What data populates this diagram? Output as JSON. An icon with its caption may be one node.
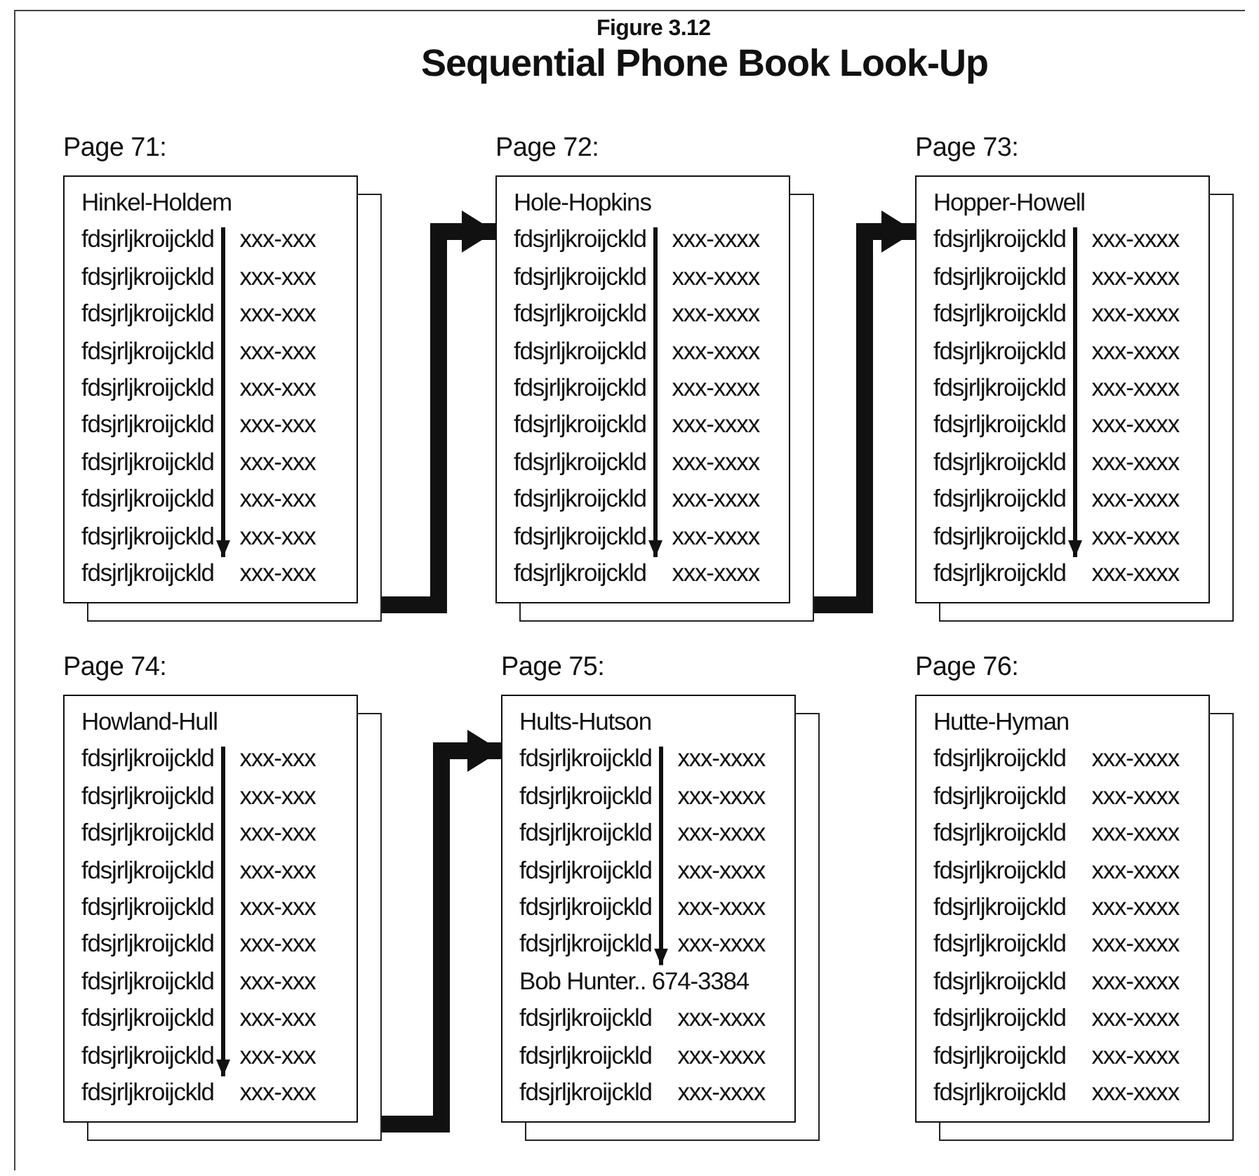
{
  "diagram": {
    "title": "Sequential Phone Book Look-Up",
    "labels": [
      "Figure 3.12"
    ],
    "nodes": [
      {
        "text": [
          "Page 71:",
          "Hinkel-Holdem",
          "fdsjrljkroijckld xxx-xxx",
          "fdsjrljkroijckld xxx-xxx",
          "fdsjrljkroijckld xxx-xxx",
          "fdsjrljkroijckld xxx-xxx",
          "fdsjrljkroijckld xxx-xxx",
          "fdsjrljkroijckld xxx-xxx",
          "fdsjrljkroijckld xxx-xxx",
          "fdsjrljkroijckld xxx-xxx",
          "fdsjrljkroijckld xxx-xxx",
          "fdsjrljkroijckld xxx-xxx"
        ]
      },
      {
        "text": [
          "Page 72:",
          "Hole-Hopkins",
          "fdsjrljkroijckld xxx-xxxx",
          "fdsjrljkroijckld xxx-xxxx",
          "fdsjrljkroijckld xxx-xxxx",
          "fdsjrljkroijckld xxx-xxxx",
          "fdsjrljkroijckld xxx-xxxx",
          "fdsjrljkroijckld xxx-xxxx",
          "fdsjrljkroijckld xxx-xxxx",
          "fdsjrljkroijckld xxx-xxxx",
          "fdsjrljkroijckld xxx-xxxx",
          "fdsjrljkroijckld xxx-xxxx"
        ]
      },
      {
        "text": [
          "Page 73:",
          "Hopper-Howell",
          "fdsjrljkroijckld xxx-xxxx",
          "fdsjrljkroijckld xxx-xxxx",
          "fdsjrljkroijckld xxx-xxxx",
          "fdsjrljkroijckld xxx-xxxx",
          "fdsjrljkroijckld xxx-xxxx",
          "fdsjrljkroijckld xxx-xxxx",
          "fdsjrljkroijckld xxx-xxxx",
          "fdsjrljkroijckld xxx-xxxx",
          "fdsjrljkroijckld xxx-xxxx",
          "fdsjrljkroijckld xxx-xxxx"
        ]
      },
      {
        "text": [
          "Page 74:",
          "Howland-Hull",
          "fdsjrljkroijckld xxx-xxx",
          "fdsjrljkroijckld xxx-xxx",
          "fdsjrljkroijckld xxx-xxx",
          "fdsjrljkroijckld xxx-xxx",
          "fdsjrljkroijckld xxx-xxx",
          "fdsjrljkroijckld xxx-xxx",
          "fdsjrljkroijckld xxx-xxx",
          "fdsjrljkroijckld xxx-xxx",
          "fdsjrljkroijckld xxx-xxx",
          "fdsjrljkroijckld xxx-xxx"
        ]
      },
      {
        "text": [
          "Page 75:",
          "Hults-Hutson",
          "fdsjrljkroijckld xxx-xxxx",
          "fdsjrljkroijckld xxx-xxxx",
          "fdsjrljkroijckld xxx-xxxx",
          "fdsjrljkroijckld xxx-xxxx",
          "fdsjrljkroijckld xxx-xxxx",
          "fdsjrljkroijckld xxx-xxxx",
          "Bob Hunter.. 674-3384",
          "fdsjrljkroijckld xxx-xxxx",
          "fdsjrljkroijckld xxx-xxxx",
          "fdsjrljkroijckld xxx-xxxx"
        ]
      },
      {
        "text": [
          "Page 76:",
          "Hutte-Hyman",
          "fdsjrljkroijckld xxx-xxxx",
          "fdsjrljkroijckld xxx-xxxx",
          "fdsjrljkroijckld xxx-xxxx",
          "fdsjrljkroijckld xxx-xxxx",
          "fdsjrljkroijckld xxx-xxxx",
          "fdsjrljkroijckld xxx-xxxx",
          "fdsjrljkroijckld xxx-xxxx",
          "fdsjrljkroijckld xxx-xxxx",
          "fdsjrljkroijckld xxx-xxxx",
          "fdsjrljkroijckld xxx-xxxx"
        ]
      }
    ],
    "edges": [
      {
        "from": 0,
        "to": 1,
        "arrow": "to"
      },
      {
        "from": 1,
        "to": 2,
        "arrow": "to"
      },
      {
        "from": 3,
        "to": 4,
        "arrow": "to"
      }
    ]
  }
}
